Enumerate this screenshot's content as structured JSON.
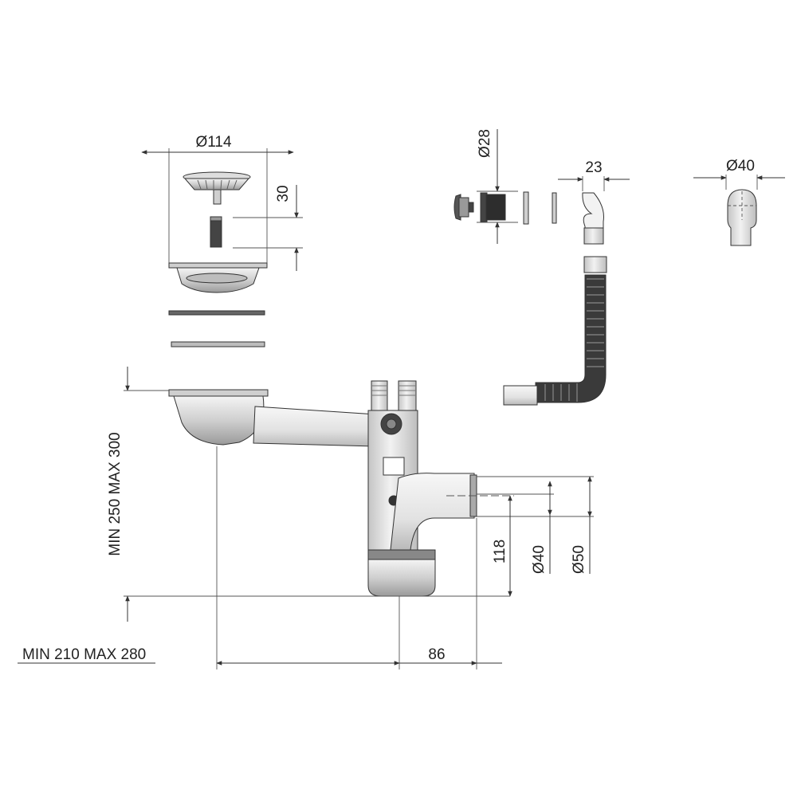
{
  "dimensions": {
    "strainer_diameter": "Ø114",
    "strainer_height": "30",
    "cap_diameter": "Ø28",
    "overflow_width": "23",
    "connector_diameter": "Ø40",
    "height_range": "MIN 250 MAX 300",
    "width_range": "MIN 210 MAX 280",
    "offset": "86",
    "outlet_height": "118",
    "outlet_d40": "Ø40",
    "outlet_d50": "Ø50"
  },
  "colors": {
    "line": "#333333",
    "part_fill": "#e6e6e6",
    "part_dark": "#3a3a3a"
  }
}
